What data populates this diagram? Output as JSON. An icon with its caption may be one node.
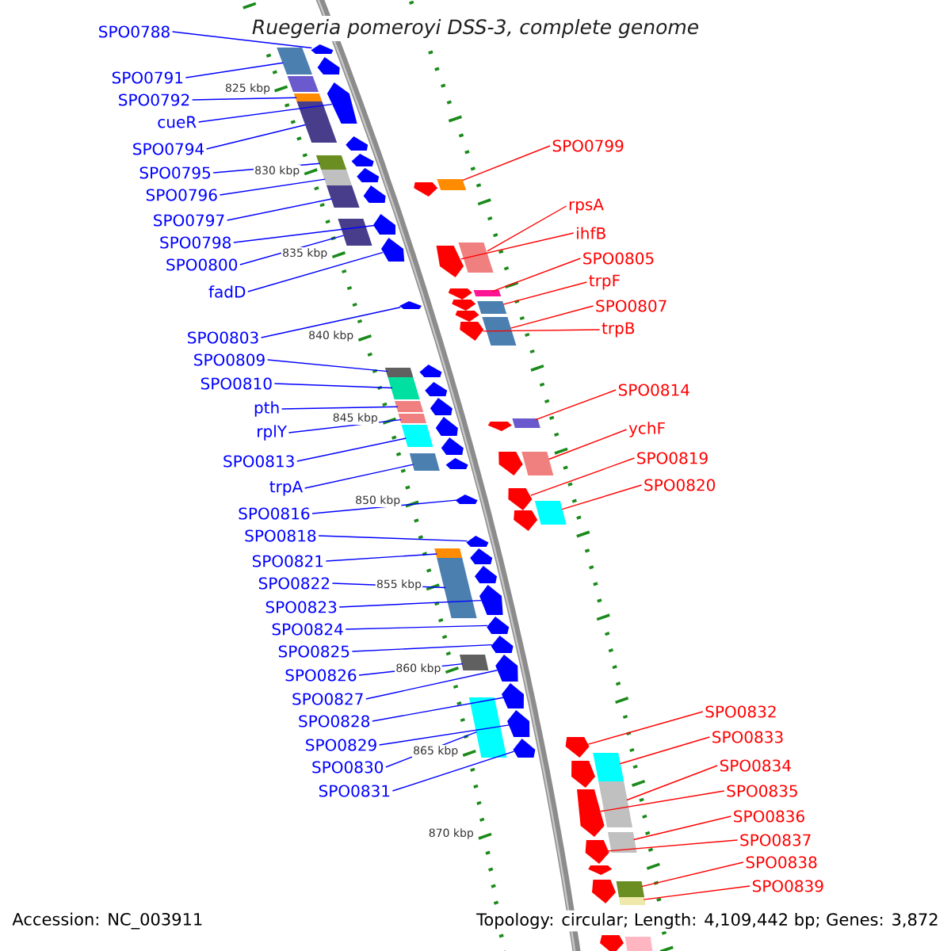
{
  "diagram": {
    "title": "Ruegeria pomeroyi DSS-3, complete genome",
    "nodes": [
      {
        "text": [
          "SPO0788"
        ]
      },
      {
        "text": [
          "SPO0791"
        ]
      },
      {
        "text": [
          "SPO0792"
        ]
      },
      {
        "text": [
          "cueR"
        ]
      },
      {
        "text": [
          "SPO0794"
        ]
      },
      {
        "text": [
          "SPO0795"
        ]
      },
      {
        "text": [
          "SPO0796"
        ]
      },
      {
        "text": [
          "SPO0797"
        ]
      },
      {
        "text": [
          "SPO0798"
        ]
      },
      {
        "text": [
          "SPO0800"
        ]
      },
      {
        "text": [
          "fadD"
        ]
      },
      {
        "text": [
          "SPO0803"
        ]
      },
      {
        "text": [
          "SPO0809"
        ]
      },
      {
        "text": [
          "SPO0810"
        ]
      },
      {
        "text": [
          "pth"
        ]
      },
      {
        "text": [
          "rplY"
        ]
      },
      {
        "text": [
          "SPO0813"
        ]
      },
      {
        "text": [
          "trpA"
        ]
      },
      {
        "text": [
          "SPO0816"
        ]
      },
      {
        "text": [
          "SPO0818"
        ]
      },
      {
        "text": [
          "SPO0821"
        ]
      },
      {
        "text": [
          "SPO0822"
        ]
      },
      {
        "text": [
          "SPO0823"
        ]
      },
      {
        "text": [
          "SPO0824"
        ]
      },
      {
        "text": [
          "SPO0825"
        ]
      },
      {
        "text": [
          "SPO0826"
        ]
      },
      {
        "text": [
          "SPO0827"
        ]
      },
      {
        "text": [
          "SPO0828"
        ]
      },
      {
        "text": [
          "SPO0829"
        ]
      },
      {
        "text": [
          "SPO0830"
        ]
      },
      {
        "text": [
          "SPO0831"
        ]
      },
      {
        "text": [
          "SPO0799"
        ]
      },
      {
        "text": [
          "rpsA"
        ]
      },
      {
        "text": [
          "ihfB"
        ]
      },
      {
        "text": [
          "SPO0805"
        ]
      },
      {
        "text": [
          "trpF"
        ]
      },
      {
        "text": [
          "SPO0807"
        ]
      },
      {
        "text": [
          "trpB"
        ]
      },
      {
        "text": [
          "SPO0814"
        ]
      },
      {
        "text": [
          "ychF"
        ]
      },
      {
        "text": [
          "SPO0819"
        ]
      },
      {
        "text": [
          "SPO0820"
        ]
      },
      {
        "text": [
          "SPO0832"
        ]
      },
      {
        "text": [
          "SPO0833"
        ]
      },
      {
        "text": [
          "SPO0834"
        ]
      },
      {
        "text": [
          "SPO0835"
        ]
      },
      {
        "text": [
          "SPO0836"
        ]
      },
      {
        "text": [
          "SPO0837"
        ]
      },
      {
        "text": [
          "SPO0838"
        ]
      },
      {
        "text": [
          "SPO0839"
        ]
      },
      {
        "text": [],
        "shape": "box"
      },
      {
        "text": [],
        "shape": "box"
      },
      {
        "text": [],
        "shape": "box"
      },
      {
        "text": [],
        "shape": "box"
      },
      {
        "text": [],
        "shape": "box"
      },
      {
        "text": [],
        "shape": "box"
      },
      {
        "text": [],
        "shape": "box"
      },
      {
        "text": [],
        "shape": "box"
      },
      {
        "text": [],
        "shape": "box"
      },
      {
        "text": [],
        "shape": "box"
      },
      {
        "text": [],
        "shape": "box"
      },
      {
        "text": [],
        "shape": "box"
      },
      {
        "text": [],
        "shape": "box"
      },
      {
        "text": [],
        "shape": "box"
      },
      {
        "text": [],
        "shape": "box"
      },
      {
        "text": [],
        "shape": "box"
      },
      {
        "text": [],
        "shape": "box"
      },
      {
        "text": [],
        "shape": "box"
      },
      {
        "text": [],
        "shape": "pentagon"
      },
      {
        "text": [],
        "shape": "pentagon"
      },
      {
        "text": [],
        "shape": "pentagon"
      },
      {
        "text": [],
        "shape": "pentagon"
      },
      {
        "text": [],
        "shape": "pentagon"
      },
      {
        "text": [],
        "shape": "pentagon"
      },
      {
        "text": [],
        "shape": "pentagon"
      },
      {
        "text": [],
        "shape": "pentagon"
      },
      {
        "text": [],
        "shape": "pentagon"
      },
      {
        "text": [],
        "shape": "pentagon"
      },
      {
        "text": [],
        "shape": "pentagon"
      },
      {
        "text": [],
        "shape": "pentagon"
      },
      {
        "text": [],
        "shape": "pentagon"
      },
      {
        "text": [],
        "shape": "pentagon"
      },
      {
        "text": [],
        "shape": "pentagon"
      },
      {
        "text": [],
        "shape": "pentagon"
      },
      {
        "text": [],
        "shape": "pentagon"
      },
      {
        "text": [],
        "shape": "pentagon"
      },
      {
        "text": [],
        "shape": "pentagon"
      },
      {
        "text": [],
        "shape": "pentagon"
      },
      {
        "text": [],
        "shape": "pentagon"
      },
      {
        "text": [],
        "shape": "pentagon"
      },
      {
        "text": [],
        "shape": "pentagon"
      },
      {
        "text": [],
        "shape": "pentagon"
      },
      {
        "text": [],
        "shape": "pentagon"
      },
      {
        "text": [],
        "shape": "pentagon"
      },
      {
        "text": [],
        "shape": "pentagon"
      },
      {
        "text": [],
        "shape": "pentagon"
      },
      {
        "text": [],
        "shape": "pentagon"
      },
      {
        "text": [],
        "shape": "pentagon"
      },
      {
        "text": [],
        "shape": "pentagon"
      },
      {
        "text": [],
        "shape": "pentagon"
      },
      {
        "text": [],
        "shape": "pentagon"
      },
      {
        "text": [],
        "shape": "pentagon"
      },
      {
        "text": [],
        "shape": "pentagon"
      },
      {
        "text": [],
        "shape": "pentagon"
      },
      {
        "text": [],
        "shape": "pentagon"
      },
      {
        "text": [],
        "shape": "pentagon"
      },
      {
        "text": [],
        "shape": "pentagon"
      },
      {
        "text": [],
        "shape": "pentagon"
      },
      {
        "text": [],
        "shape": "pentagon"
      },
      {
        "text": [],
        "shape": "pentagon"
      },
      {
        "text": [],
        "shape": "pentagon"
      },
      {
        "text": [],
        "shape": "pentagon"
      },
      {
        "text": [],
        "shape": "box"
      },
      {
        "text": [],
        "shape": "box"
      },
      {
        "text": [],
        "shape": "box"
      },
      {
        "text": [],
        "shape": "box"
      },
      {
        "text": [],
        "shape": "box"
      },
      {
        "text": [],
        "shape": "box"
      },
      {
        "text": [],
        "shape": "box"
      },
      {
        "text": [],
        "shape": "box"
      },
      {
        "text": [],
        "shape": "box"
      },
      {
        "text": [],
        "shape": "box"
      },
      {
        "text": [],
        "shape": "box"
      },
      {
        "text": [],
        "shape": "box"
      },
      {
        "text": [],
        "shape": "box"
      },
      {
        "text": [],
        "shape": "box"
      }
    ],
    "edges": [
      {
        "from": 0,
        "to": 68,
        "arrow": "none"
      },
      {
        "from": 1,
        "to": 50,
        "arrow": "none"
      },
      {
        "from": 2,
        "to": 52,
        "arrow": "none"
      },
      {
        "from": 3,
        "to": 70,
        "arrow": "none"
      },
      {
        "from": 4,
        "to": 53,
        "arrow": "none"
      },
      {
        "from": 5,
        "to": 54,
        "arrow": "none"
      },
      {
        "from": 6,
        "to": 55,
        "arrow": "none"
      },
      {
        "from": 7,
        "to": 56,
        "arrow": "none"
      },
      {
        "from": 8,
        "to": 75,
        "arrow": "none"
      },
      {
        "from": 9,
        "to": 57,
        "arrow": "none"
      },
      {
        "from": 10,
        "to": 76,
        "arrow": "none"
      },
      {
        "from": 11,
        "to": 77,
        "arrow": "none"
      },
      {
        "from": 12,
        "to": 58,
        "arrow": "none"
      },
      {
        "from": 13,
        "to": 59,
        "arrow": "none"
      },
      {
        "from": 14,
        "to": 60,
        "arrow": "none"
      },
      {
        "from": 15,
        "to": 61,
        "arrow": "none"
      },
      {
        "from": 16,
        "to": 62,
        "arrow": "none"
      },
      {
        "from": 17,
        "to": 63,
        "arrow": "none"
      },
      {
        "from": 18,
        "to": 84,
        "arrow": "none"
      },
      {
        "from": 19,
        "to": 85,
        "arrow": "none"
      },
      {
        "from": 20,
        "to": 64,
        "arrow": "none"
      },
      {
        "from": 21,
        "to": 65,
        "arrow": "none"
      },
      {
        "from": 22,
        "to": 88,
        "arrow": "none"
      },
      {
        "from": 23,
        "to": 89,
        "arrow": "none"
      },
      {
        "from": 24,
        "to": 90,
        "arrow": "none"
      },
      {
        "from": 25,
        "to": 66,
        "arrow": "none"
      },
      {
        "from": 26,
        "to": 91,
        "arrow": "none"
      },
      {
        "from": 27,
        "to": 92,
        "arrow": "none"
      },
      {
        "from": 28,
        "to": 93,
        "arrow": "none"
      },
      {
        "from": 29,
        "to": 67,
        "arrow": "none"
      },
      {
        "from": 30,
        "to": 94,
        "arrow": "none"
      },
      {
        "from": 31,
        "to": 112,
        "arrow": "none",
        "color": "#ff0000"
      },
      {
        "from": 32,
        "to": 113,
        "arrow": "none",
        "color": "#ff0000"
      },
      {
        "from": 33,
        "to": 96,
        "arrow": "none",
        "color": "#ff0000"
      },
      {
        "from": 34,
        "to": 114,
        "arrow": "none",
        "color": "#ff0000"
      },
      {
        "from": 35,
        "to": 115,
        "arrow": "none",
        "color": "#ff0000"
      },
      {
        "from": 36,
        "to": 116,
        "arrow": "none",
        "color": "#ff0000"
      },
      {
        "from": 37,
        "to": 100,
        "arrow": "none",
        "color": "#ff0000"
      },
      {
        "from": 38,
        "to": 117,
        "arrow": "none",
        "color": "#ff0000"
      },
      {
        "from": 39,
        "to": 118,
        "arrow": "none",
        "color": "#ff0000"
      },
      {
        "from": 40,
        "to": 103,
        "arrow": "none",
        "color": "#ff0000"
      },
      {
        "from": 41,
        "to": 119,
        "arrow": "none",
        "color": "#ff0000"
      },
      {
        "from": 42,
        "to": 105,
        "arrow": "none",
        "color": "#ff0000"
      },
      {
        "from": 43,
        "to": 120,
        "arrow": "none",
        "color": "#ff0000"
      },
      {
        "from": 44,
        "to": 121,
        "arrow": "none",
        "color": "#ff0000"
      },
      {
        "from": 45,
        "to": 107,
        "arrow": "none",
        "color": "#ff0000"
      },
      {
        "from": 46,
        "to": 122,
        "arrow": "none",
        "color": "#ff0000"
      },
      {
        "from": 47,
        "to": 108,
        "arrow": "none",
        "color": "#ff0000"
      },
      {
        "from": 48,
        "to": 123,
        "arrow": "none",
        "color": "#ff0000"
      },
      {
        "from": 49,
        "to": 124,
        "arrow": "none",
        "color": "#ff0000"
      }
    ],
    "labels": [
      "825 kbp",
      "830 kbp",
      "835 kbp",
      "840 kbp",
      "845 kbp",
      "850 kbp",
      "855 kbp",
      "860 kbp",
      "865 kbp",
      "870 kbp",
      "Accession: NC_003911",
      "Topology: circular; Length: 4,109,442 bp; Genes: 3,872"
    ]
  }
}
